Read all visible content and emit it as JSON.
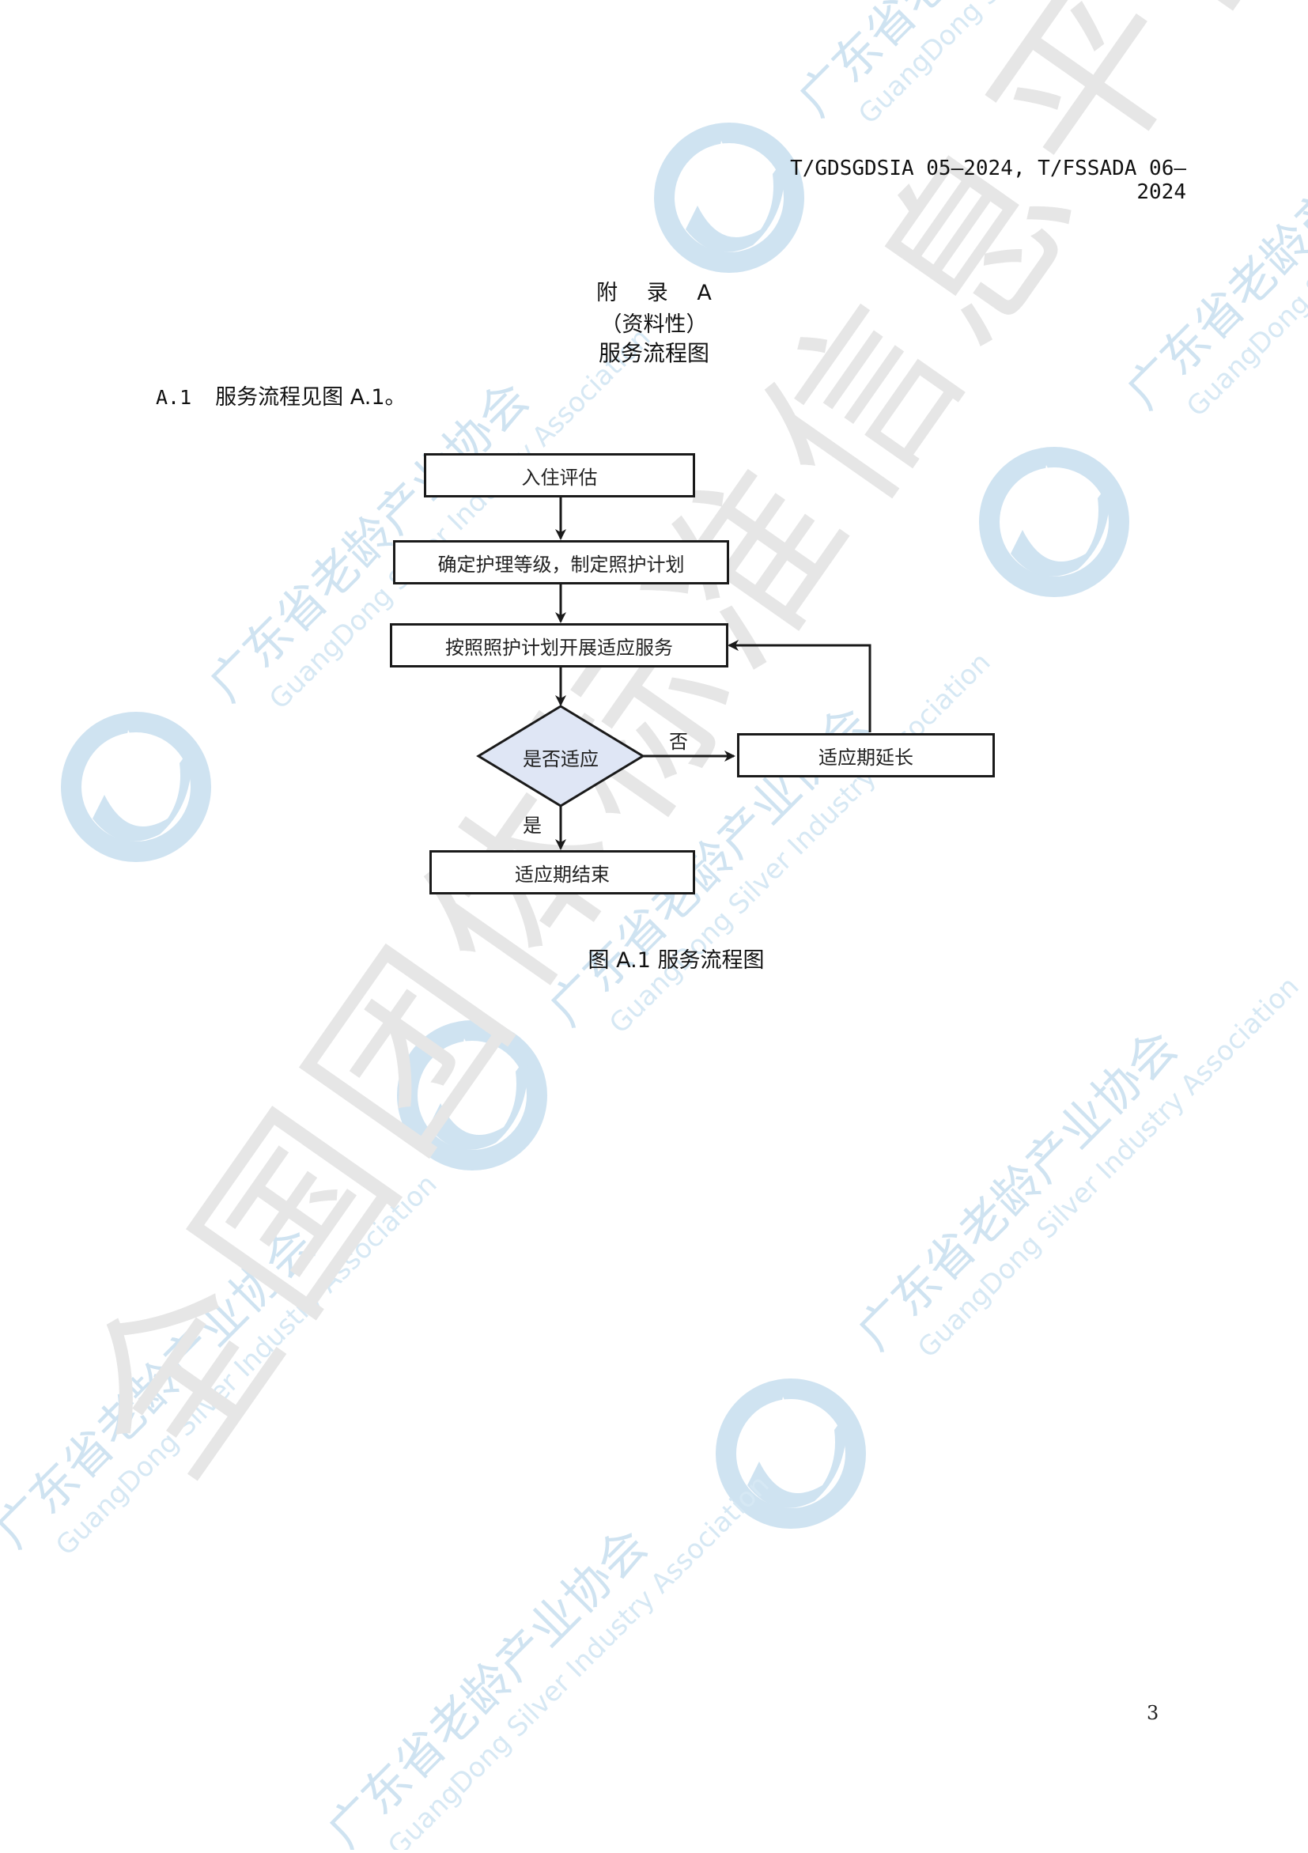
{
  "header": {
    "standard_code": "T/GDSGDSIA 05—2024, T/FSSADA 06—2024"
  },
  "appendix": {
    "label_parts": [
      "附",
      "录",
      "A"
    ],
    "type": "（资料性）",
    "title": "服务流程图"
  },
  "section": {
    "number": "A.1",
    "text": "服务流程见图 A.1。"
  },
  "flowchart": {
    "nodes": {
      "admission_assessment": "入住评估",
      "determine_care_level": "确定护理等级，制定照护计划",
      "adaptive_service": "按照照护计划开展适应服务",
      "decision": "是否适应",
      "extend_period": "适应期延长",
      "end_period": "适应期结束"
    },
    "edge_labels": {
      "no": "否",
      "yes": "是"
    },
    "colors": {
      "decision_fill": "#dfe6f5",
      "stroke": "#1a1a1a"
    }
  },
  "figure_caption": "图 A.1  服务流程图",
  "page_number": "3",
  "watermarks": {
    "association_cn": "广东省老龄产业协会",
    "association_en": "GuangDong Silver Industry Association",
    "platform_cn": "全国团体标准信息平台",
    "color_blue": "#cfe3f1",
    "color_gray": "#e4e4e4"
  }
}
